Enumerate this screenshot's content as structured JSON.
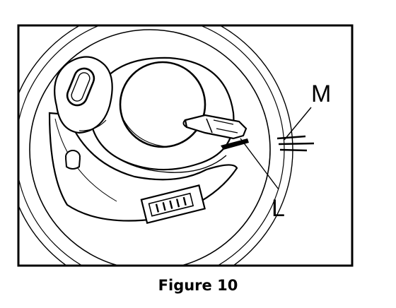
{
  "figure": {
    "caption": "Figure 10",
    "callouts": {
      "m": "M",
      "l": "L"
    }
  },
  "colors": {
    "ink": "#000000",
    "paper": "#ffffff"
  }
}
